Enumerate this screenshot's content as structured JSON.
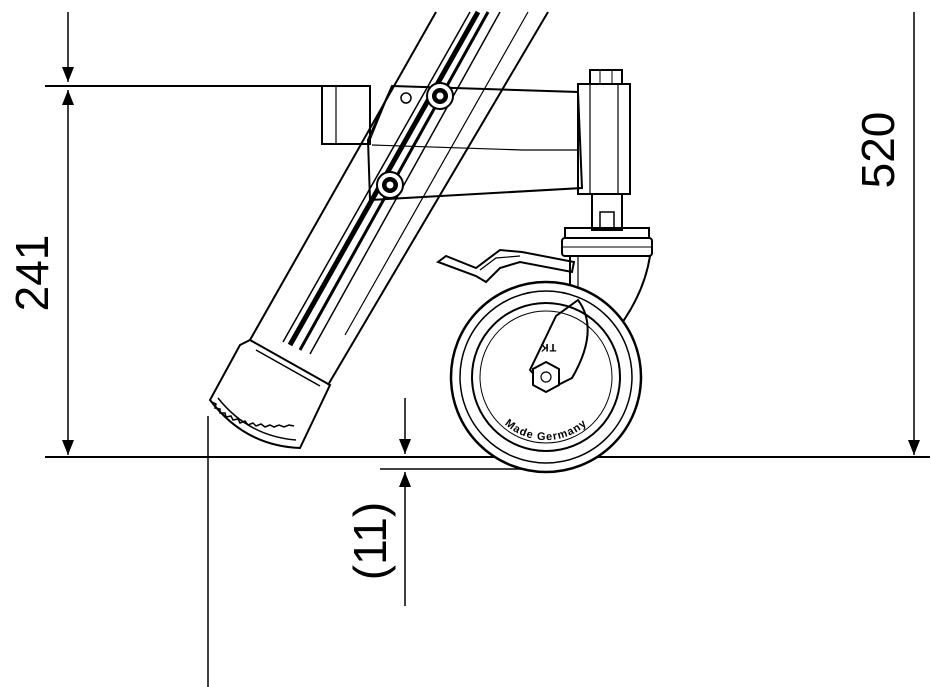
{
  "dimensions": {
    "height_241": "241",
    "height_520": "520",
    "offset_11": "(11)"
  },
  "wheel": {
    "brand_text": "Made Germany"
  },
  "colors": {
    "line": "#000000",
    "background": "#ffffff"
  }
}
